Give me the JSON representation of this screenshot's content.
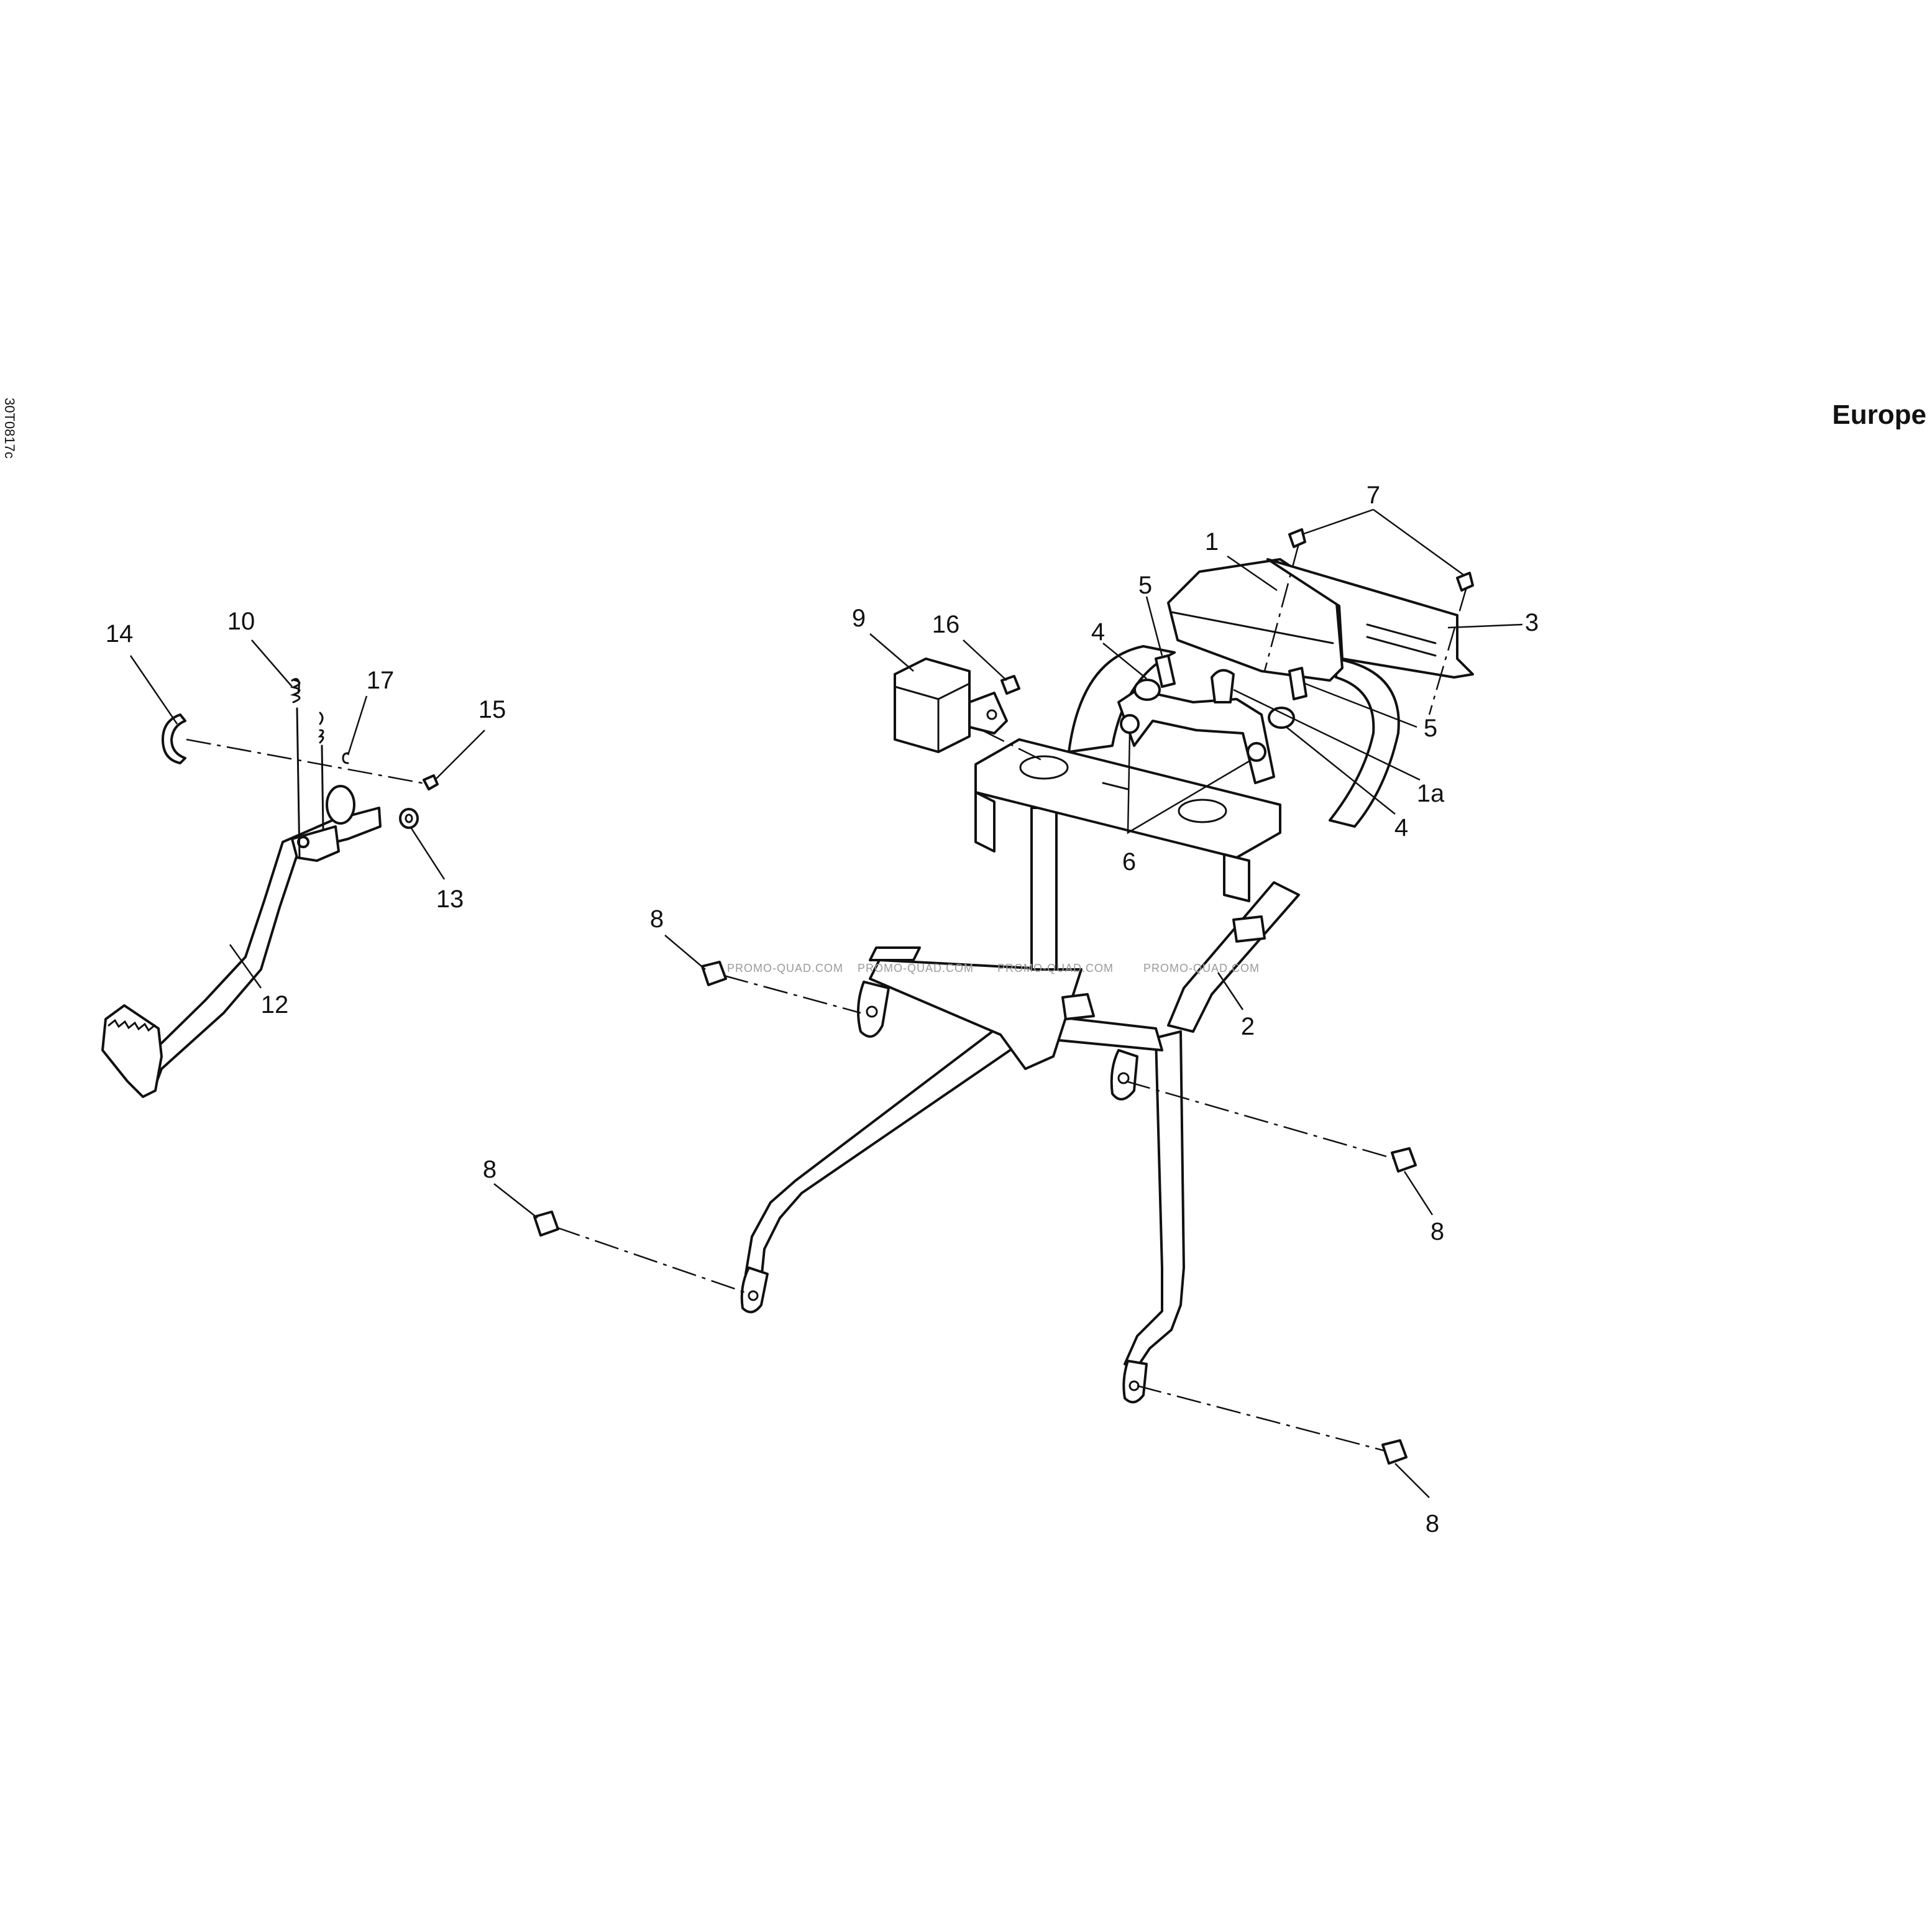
{
  "diagram_code": "30T0817c",
  "region_label": "Europe",
  "watermark_text": "PROMO-QUAD.COM",
  "colors": {
    "line": "#111111",
    "background": "#ffffff",
    "watermark": "#999999"
  },
  "callouts": {
    "c1": "1",
    "c1a": "1a",
    "c2": "2",
    "c3": "3",
    "c4a": "4",
    "c4b": "4",
    "c5a": "5",
    "c5b": "5",
    "c6": "6",
    "c7": "7",
    "c8a": "8",
    "c8b": "8",
    "c8c": "8",
    "c8d": "8",
    "c9": "9",
    "c10": "10",
    "c12": "12",
    "c13": "13",
    "c14": "14",
    "c15": "15",
    "c16": "16",
    "c17": "17"
  }
}
